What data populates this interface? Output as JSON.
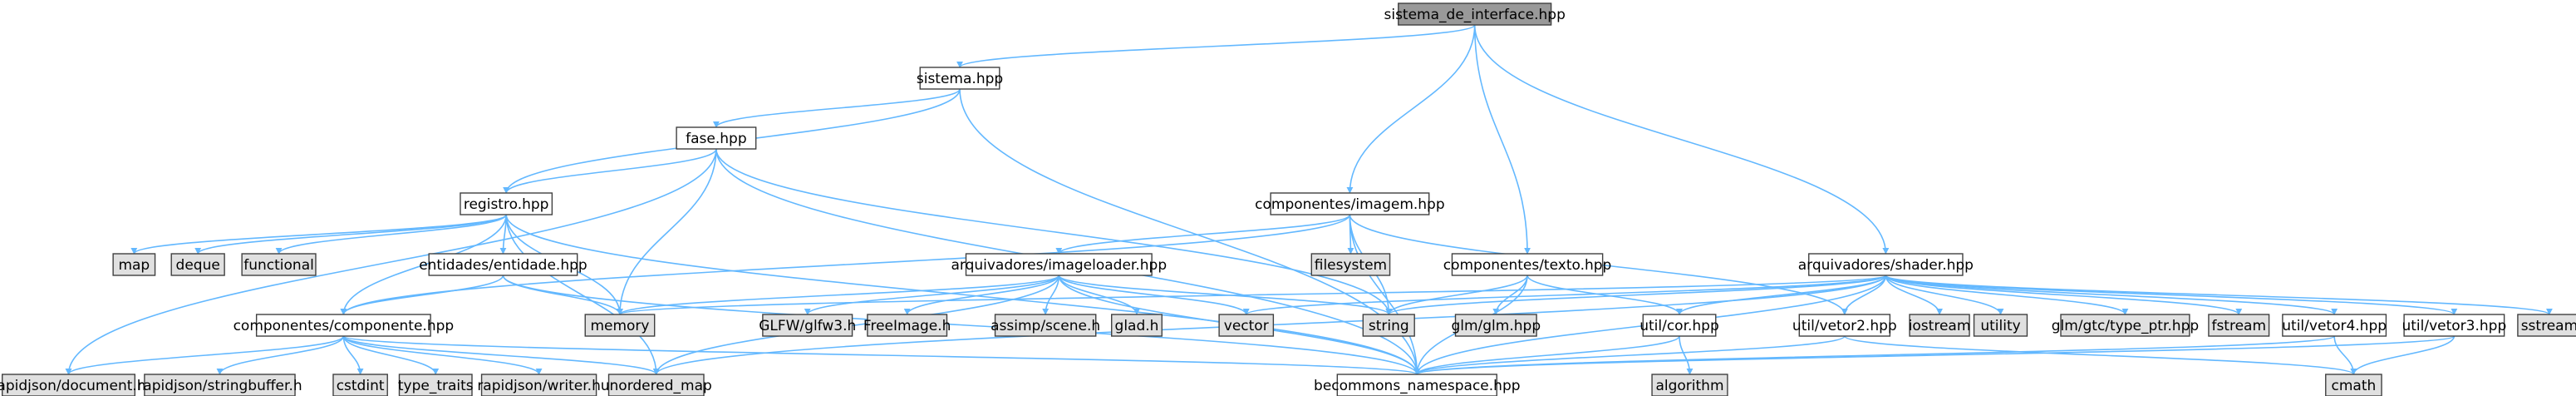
{
  "colors": {
    "edge": "#63b8ff",
    "root_fill": "#999999",
    "file_fill": "#ffffff",
    "external_fill": "#e0e0e0",
    "border": "#404040"
  },
  "nodes": [
    {
      "id": "n0",
      "label": "sistema_de_interface.hpp",
      "kind": "root"
    },
    {
      "id": "n1",
      "label": "sistema.hpp",
      "kind": "file"
    },
    {
      "id": "n2",
      "label": "fase.hpp",
      "kind": "file"
    },
    {
      "id": "n3",
      "label": "registro.hpp",
      "kind": "file"
    },
    {
      "id": "n4",
      "label": "map",
      "kind": "external"
    },
    {
      "id": "n5",
      "label": "deque",
      "kind": "external"
    },
    {
      "id": "n6",
      "label": "functional",
      "kind": "external"
    },
    {
      "id": "n7",
      "label": "entidades/entidade.hpp",
      "kind": "file"
    },
    {
      "id": "n8",
      "label": "memory",
      "kind": "external"
    },
    {
      "id": "n9",
      "label": "componentes/componente.hpp",
      "kind": "file"
    },
    {
      "id": "n10",
      "label": "rapidjson/document.h",
      "kind": "external"
    },
    {
      "id": "n11",
      "label": "rapidjson/stringbuffer.h",
      "kind": "external"
    },
    {
      "id": "n12",
      "label": "cstdint",
      "kind": "external"
    },
    {
      "id": "n13",
      "label": "type_traits",
      "kind": "external"
    },
    {
      "id": "n14",
      "label": "rapidjson/writer.h",
      "kind": "external"
    },
    {
      "id": "n15",
      "label": "unordered_map",
      "kind": "external"
    },
    {
      "id": "n16",
      "label": "becommons_namespace.hpp",
      "kind": "file"
    },
    {
      "id": "n17",
      "label": "componentes/imagem.hpp",
      "kind": "file"
    },
    {
      "id": "n18",
      "label": "arquivadores/imageloader.hpp",
      "kind": "file"
    },
    {
      "id": "n19",
      "label": "filesystem",
      "kind": "external"
    },
    {
      "id": "n20",
      "label": "GLFW/glfw3.h",
      "kind": "external"
    },
    {
      "id": "n21",
      "label": "FreeImage.h",
      "kind": "external"
    },
    {
      "id": "n22",
      "label": "assimp/scene.h",
      "kind": "external"
    },
    {
      "id": "n23",
      "label": "glad.h",
      "kind": "external"
    },
    {
      "id": "n24",
      "label": "vector",
      "kind": "external"
    },
    {
      "id": "n25",
      "label": "string",
      "kind": "external"
    },
    {
      "id": "n26",
      "label": "componentes/texto.hpp",
      "kind": "file"
    },
    {
      "id": "n27",
      "label": "glm/glm.hpp",
      "kind": "external"
    },
    {
      "id": "n28",
      "label": "util/cor.hpp",
      "kind": "file"
    },
    {
      "id": "n29",
      "label": "algorithm",
      "kind": "external"
    },
    {
      "id": "n30",
      "label": "arquivadores/shader.hpp",
      "kind": "file"
    },
    {
      "id": "n31",
      "label": "util/vetor2.hpp",
      "kind": "file"
    },
    {
      "id": "n32",
      "label": "iostream",
      "kind": "external"
    },
    {
      "id": "n33",
      "label": "utility",
      "kind": "external"
    },
    {
      "id": "n34",
      "label": "glm/gtc/type_ptr.hpp",
      "kind": "external"
    },
    {
      "id": "n35",
      "label": "fstream",
      "kind": "external"
    },
    {
      "id": "n36",
      "label": "util/vetor4.hpp",
      "kind": "file"
    },
    {
      "id": "n37",
      "label": "util/vetor3.hpp",
      "kind": "file"
    },
    {
      "id": "n38",
      "label": "sstream",
      "kind": "external"
    },
    {
      "id": "n39",
      "label": "cmath",
      "kind": "external"
    }
  ]
}
